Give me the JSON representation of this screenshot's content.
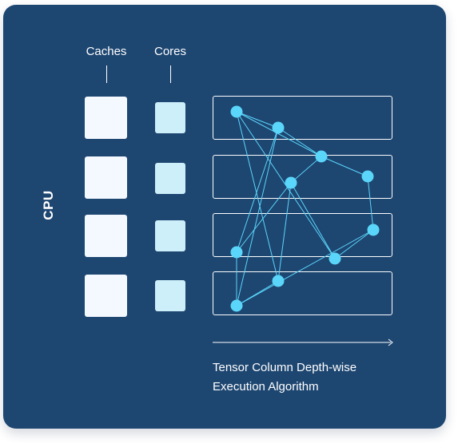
{
  "cpu_label": "CPU",
  "columns": {
    "caches": "Caches",
    "cores": "Cores"
  },
  "caption": {
    "line1": "Tensor Column Depth-wise",
    "line2": "Execution Algorithm"
  },
  "colors": {
    "card_background": "#1d4671",
    "cache_block": "#f4f9ff",
    "core_block": "#cdeffa",
    "node": "#5bd6fb",
    "edge": "#5bd6fb",
    "lane_border": "#ffffff"
  },
  "rows": 4,
  "graph": {
    "nodes": [
      "n1",
      "n2",
      "n3",
      "n4",
      "n5",
      "n6",
      "n7",
      "n8",
      "n9",
      "n10"
    ],
    "edges": [
      [
        "n1",
        "n2"
      ],
      [
        "n1",
        "n3"
      ],
      [
        "n2",
        "n3"
      ],
      [
        "n3",
        "n4"
      ],
      [
        "n3",
        "n5"
      ],
      [
        "n1",
        "n9"
      ],
      [
        "n1",
        "n8"
      ],
      [
        "n2",
        "n6"
      ],
      [
        "n2",
        "n10"
      ],
      [
        "n4",
        "n8"
      ],
      [
        "n4",
        "n9"
      ],
      [
        "n4",
        "n6"
      ],
      [
        "n5",
        "n7"
      ],
      [
        "n6",
        "n10"
      ],
      [
        "n7",
        "n10"
      ],
      [
        "n8",
        "n7"
      ],
      [
        "n9",
        "n10"
      ]
    ]
  }
}
